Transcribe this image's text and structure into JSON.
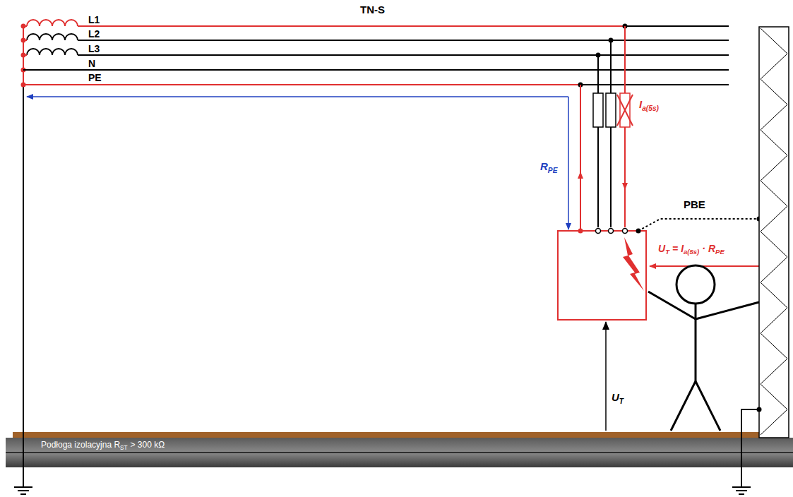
{
  "diagram": {
    "labels": [
      "TN-S",
      "L1",
      "L2",
      "L3",
      "N",
      "PE",
      "I",
      "a(5s)",
      "R",
      "PE",
      "PBE",
      "U",
      "T",
      "=",
      "I",
      "a(5s)",
      "·",
      "R",
      "PE",
      "U",
      "T",
      "Podłoga izolacyjna R",
      "ST",
      "> 300 kΩ"
    ]
  }
}
